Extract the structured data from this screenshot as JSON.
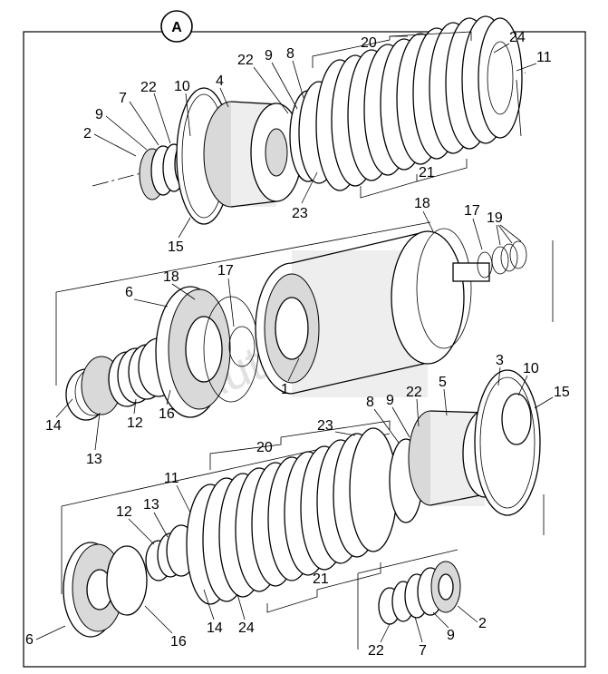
{
  "header": {
    "badge": "A"
  },
  "watermark": "AutoSoft",
  "labels": {
    "t2": "2",
    "t9": "9",
    "t7": "7",
    "t22": "22",
    "t10": "10",
    "t4": "4",
    "t22b": "22",
    "t9b": "9",
    "t8": "8",
    "t20": "20",
    "t24": "24",
    "t11": "11",
    "t23": "23",
    "t21": "21",
    "t15": "15",
    "m18": "18",
    "m17": "17",
    "m19": "19",
    "m6": "6",
    "m18b": "18",
    "m17b": "17",
    "m1": "1",
    "m14": "14",
    "m13": "13",
    "m12": "12",
    "m16": "16",
    "b3": "3",
    "b10": "10",
    "b15": "15",
    "b8": "8",
    "b9": "9",
    "b22": "22",
    "b5": "5",
    "b23": "23",
    "b20": "20",
    "b11": "11",
    "b12": "12",
    "b13": "13",
    "b21": "21",
    "b14": "14",
    "b24": "24",
    "b16": "16",
    "b6": "6",
    "b2": "2",
    "b9b": "9",
    "b22b": "22",
    "b7": "7"
  }
}
